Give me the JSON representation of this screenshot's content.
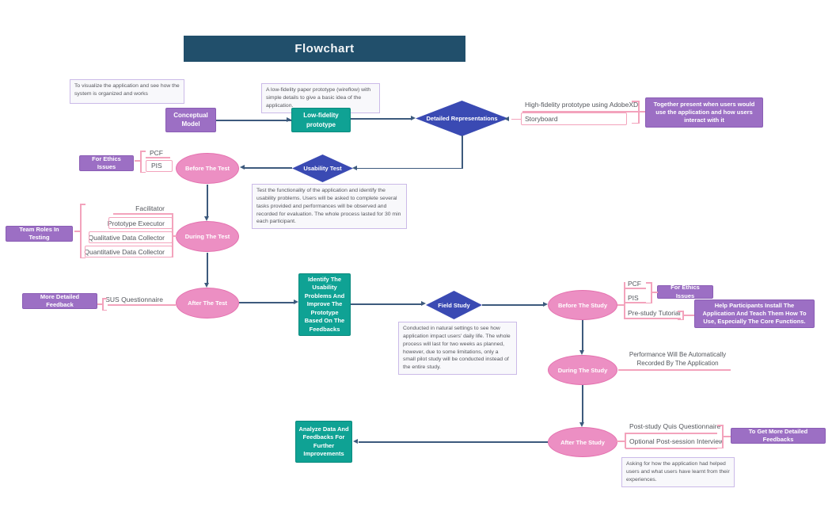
{
  "header": {
    "title": "Flowchart"
  },
  "colors": {
    "header_bg": "#214f6b",
    "purple_fill": "#9c6fc4",
    "teal_fill": "#0fa294",
    "indigo_fill": "#3a4ab3",
    "pink_fill": "#ec8fc3",
    "pink_connector": "#f3a3bc",
    "dark_connector": "#3d5a7d",
    "note_border": "#cbbae8"
  },
  "nodes": {
    "conceptual_model": "Conceptual Model",
    "low_fidelity_prototype": "Low-fidelity prototype",
    "detailed_representations": "Detailed Representations",
    "usability_test": "Usability Test",
    "before_the_test": "Before The Test",
    "during_the_test": "During The Test",
    "after_the_test": "After The Test",
    "identify_improve": "Identify The Usability Problems And Improve The Prototype Based On The Feedbacks",
    "field_study": "Field Study",
    "before_the_study": "Before The Study",
    "during_the_study": "During The Study",
    "after_the_study": "After The Study",
    "analyze_data": "Analyze Data And Feedbacks For Further Improvements"
  },
  "callouts": {
    "together_present": "Together present when users would use the application and how users interact with it",
    "for_ethics_issues_test": "For Ethics Issues",
    "team_roles": "Team Roles In Testing",
    "more_detailed_feedback": "More Detailed Feedback",
    "for_ethics_issues_study": "For Ethics Issues",
    "help_participants": "Help Participants Install The Application And Teach Them How To Use, Especially The Core Functions.",
    "to_get_more_feedbacks": "To Get More Detailed Feedbacks"
  },
  "notes": {
    "conceptual": "To visualize the application and see how the system is organized and works",
    "low_fidelity": "A low-fidelity paper prototype (wireflow) with simple details to give a basic idea of the application.",
    "usability": "Test the functionality of the application and identify the usability problems. Users will be asked to complete several tasks provided and performances will be observed and recorded for evaluation. The whole process lasted for 30 min each participant.",
    "field_study": "Conducted in natural settings to see how application impact users' daily life. The whole process will last for two weeks as planned, however, due to some limitations, only a small pilot study will be conducted instead of the entire study.",
    "after_study": "Asking for how the application had helped users and what users have learnt from their experiences."
  },
  "labels": {
    "high_fidelity": "High-fidelity prototype using AdobeXD",
    "storyboard": "Storyboard",
    "pcf_test": "PCF",
    "pis_test": "PIS",
    "facilitator": "Facilitator",
    "prototype_executor": "Prototype Executor",
    "qualitative": "Qualitative Data Collector",
    "quantitative": "Quantitative Data Collector",
    "sus": "SUS Questionnaire",
    "pcf_study": "PCF",
    "pis_study": "PIS",
    "pre_study_tutorial": "Pre-study Tutorial",
    "performance": "Performance Will Be Automatically Recorded By The Application",
    "post_study": "Post-study Quis Questionnaire",
    "optional_interview": "Optional Post-session Interview"
  }
}
